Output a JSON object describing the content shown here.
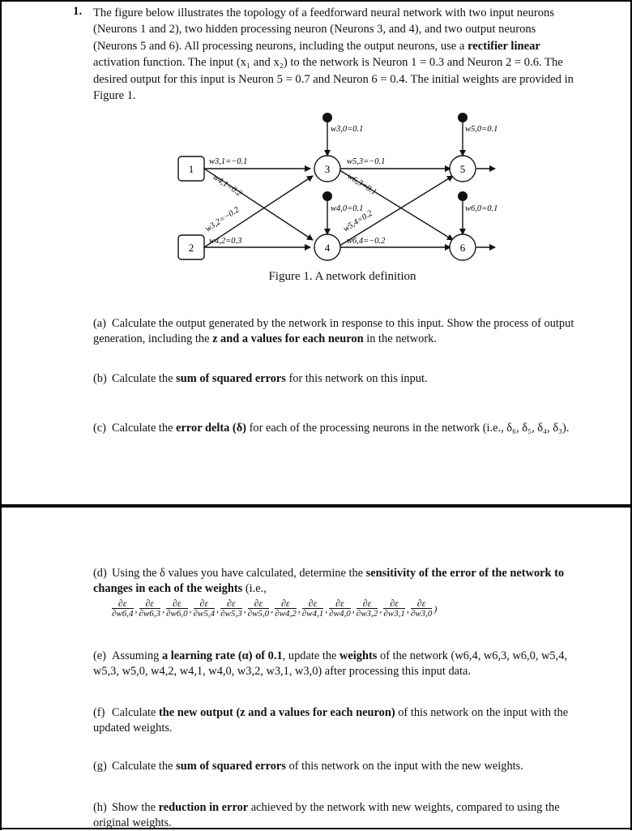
{
  "question": {
    "number": "1.",
    "intro_pre": "The figure below illustrates the topology of a feedforward neural network with two input neurons (Neurons 1 and 2), two hidden processing neuron (Neurons 3, and 4), and two output neurons (Neurons 5 and 6). All processing neurons, including the output neurons, use a ",
    "intro_bold": "rectifier linear",
    "intro_post": " activation function. The input (x₁ and x₂) to the network is Neuron 1 = 0.3 and Neuron 2 = 0.6. The desired output for this input is Neuron 5 = 0.7 and Neuron 6 = 0.4. The initial weights are provided in Figure 1."
  },
  "figure": {
    "caption": "Figure 1. A network definition",
    "nodes": {
      "n1": "1",
      "n2": "2",
      "n3": "3",
      "n4": "4",
      "n5": "5",
      "n6": "6"
    },
    "weights": {
      "w30": "w3,0=0.1",
      "w31": "w3,1=−0.1",
      "w41": "w4,1=0.2",
      "w32": "w3,2=−0.2",
      "w42": "w4,2=0.3",
      "w40": "w4,0=0.1",
      "w53": "w5,3=−0.1",
      "w63": "w6,3=0.1",
      "w54": "w5,4=0.2",
      "w64": "w6,4=−0.2",
      "w50": "w5,0=0.1",
      "w60": "w6,0=0.1"
    }
  },
  "parts": {
    "a": {
      "label": "(a)",
      "pre": "Calculate the output generated by the network in response to this input. Show the process of output generation, including the ",
      "bold": "z and a values for each neuron",
      "post": " in the network."
    },
    "b": {
      "label": "(b)",
      "pre": "Calculate the ",
      "bold": "sum of squared errors",
      "post": " for this network on this input."
    },
    "c": {
      "label": "(c)",
      "pre": "Calculate the ",
      "bold": "error delta (δ)",
      "post": " for each of the processing neurons in the network (i.e., δ₆, δ₅, δ₄, δ₃)."
    },
    "d": {
      "label": "(d)",
      "pre": "Using the δ values you have calculated, determine the ",
      "bold": "sensitivity of the error of the network to changes in each of the weights",
      "post": " (i.e.,"
    },
    "d_fracs": {
      "numerator": "∂ε",
      "denominators": [
        "∂w6,4",
        "∂w6,3",
        "∂w6,0",
        "∂w5,4",
        "∂w5,3",
        "∂w5,0",
        "∂w4,2",
        "∂w4,1",
        "∂w4,0",
        "∂w3,2",
        "∂w3,1",
        "∂w3,0"
      ],
      "close": ")"
    },
    "e": {
      "label": "(e)",
      "pre": "Assuming ",
      "bold": "a learning rate (α) of 0.1",
      "mid": ", update the ",
      "bold2": "weights",
      "post": " of the network (w6,4, w6,3, w6,0, w5,4, w5,3, w5,0, w4,2, w4,1, w4,0, w3,2, w3,1, w3,0) after processing this input data."
    },
    "f": {
      "label": "(f)",
      "pre": "Calculate ",
      "bold": "the new output (z and a values for each neuron)",
      "post": " of this network on the input with the updated weights."
    },
    "g": {
      "label": "(g)",
      "pre": "Calculate the ",
      "bold": "sum of squared errors",
      "post": " of this network on the input with the new weights."
    },
    "h": {
      "label": "(h)",
      "pre": "Show the ",
      "bold": "reduction in error",
      "post": " achieved by the network with new weights, compared to using the original weights."
    }
  }
}
